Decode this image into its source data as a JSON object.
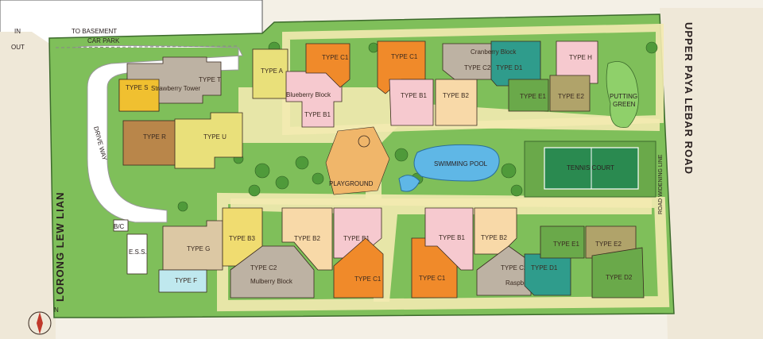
{
  "entrance": {
    "in": "IN",
    "out": "OUT",
    "basement_line1": "TO BASEMENT",
    "basement_line2": "CAR PARK"
  },
  "roads": {
    "north_east": "UPPER PAYA LEBAR ROAD",
    "west": "LORONG LEW LIAN",
    "widening": "ROAD WIDENING LINE",
    "drive_way": "DRIVE WAY"
  },
  "facilities": {
    "swimming_pool": "SWIMMING POOL",
    "tennis_court": "TENNIS COURT",
    "playground": "PLAYGROUND",
    "putting_green_line1": "PUTTING",
    "putting_green_line2": "GREEN",
    "bc": "B/C",
    "ess": "E.S.S."
  },
  "blocks": {
    "strawberry": "Strawberry Tower",
    "blueberry": "Blueberry Block",
    "cranberry": "Cranberry Block",
    "mulberry": "Mulberry Block",
    "raspberry": "Raspberry Block"
  },
  "units": {
    "s": "TYPE S",
    "t": "TYPE T",
    "r": "TYPE R",
    "u": "TYPE U",
    "a": "TYPE A",
    "bb1": "TYPE B1",
    "c1_top1": "TYPE C1",
    "c1_top2": "TYPE C1",
    "b1_top": "TYPE B1",
    "b2_top": "TYPE B2",
    "c2_top": "TYPE C2",
    "d1_top": "TYPE D1",
    "h": "TYPE H",
    "e1_top": "TYPE E1",
    "e2_top": "TYPE E2",
    "g": "TYPE G",
    "f": "TYPE F",
    "b3": "TYPE B3",
    "c2_mul": "TYPE C2",
    "b2_mul": "TYPE B2",
    "b1_mul": "TYPE B1",
    "c1_mul": "TYPE C1",
    "c1_ras": "TYPE C1",
    "b1_ras": "TYPE B1",
    "b2_ras": "TYPE B2",
    "c2_ras": "TYPE C2",
    "d1_ras": "TYPE D1",
    "e1_ras": "TYPE E1",
    "e2_ras": "TYPE E2",
    "d2_ras": "TYPE D2"
  },
  "compass": {
    "north": "N"
  },
  "colors": {
    "grass": "#7fbf5a",
    "path": "#f3eab0",
    "water": "#5fb7e6",
    "orange": "#f08a2a",
    "pink": "#f6c9cf",
    "peach": "#f8d9a8",
    "yellow": "#f0dc70",
    "grey": "#bdb2a3",
    "teal": "#2f9c8c",
    "green": "#6aa94a",
    "brown": "#b9864a",
    "lime": "#e9e07a",
    "cyan": "#bfe8ee",
    "olive": "#b0a36a",
    "sand": "#dcc8a4"
  }
}
